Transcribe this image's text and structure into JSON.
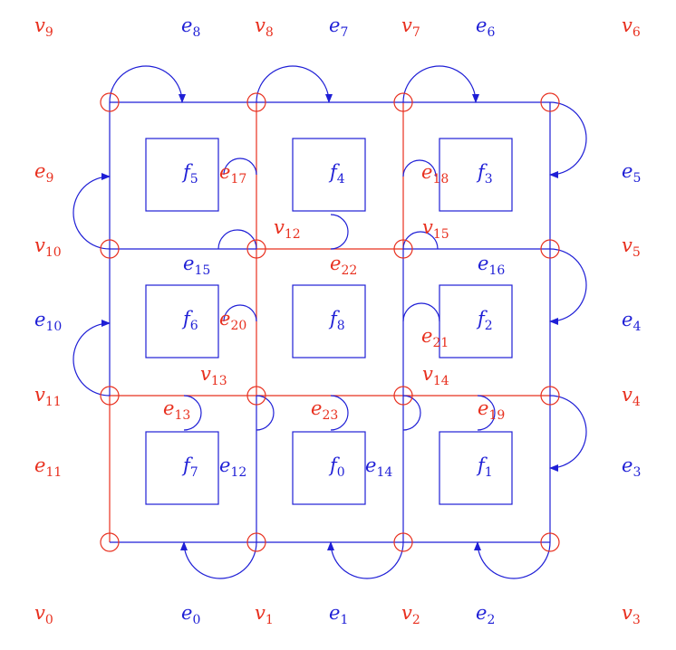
{
  "colors": {
    "red": "#e8301f",
    "blue": "#1f1fd6",
    "background": "#ffffff"
  },
  "diagram": {
    "vertex_labels": [
      "v0",
      "v1",
      "v2",
      "v3",
      "v4",
      "v5",
      "v6",
      "v7",
      "v8",
      "v9",
      "v10",
      "v11",
      "v12",
      "v13",
      "v14",
      "v15"
    ],
    "edge_labels": [
      "e0",
      "e1",
      "e2",
      "e3",
      "e4",
      "e5",
      "e6",
      "e7",
      "e8",
      "e9",
      "e10",
      "e11",
      "e12",
      "e13",
      "e14",
      "e15",
      "e16",
      "e17",
      "e18",
      "e19",
      "e20",
      "e21",
      "e22",
      "e23"
    ],
    "face_labels": [
      "f0",
      "f1",
      "f2",
      "f3",
      "f4",
      "f5",
      "f6",
      "f7",
      "f8"
    ]
  }
}
